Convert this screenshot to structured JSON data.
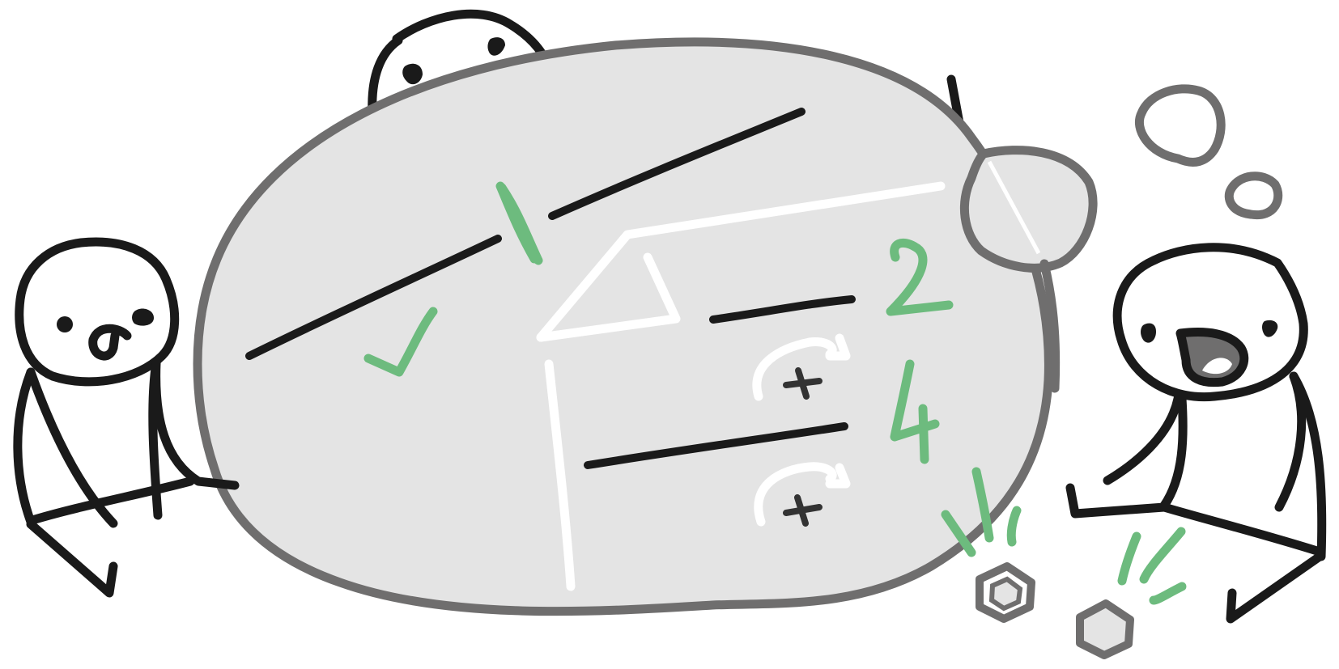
{
  "illustration": {
    "colors": {
      "ink": "#1a1a1a",
      "board_fill": "#e4e4e4",
      "board_outline": "#6f6e6e",
      "chalk_white": "#ffffff",
      "chalk_green": "#6dbb7e",
      "mouth_shade": "#6f6e6e"
    },
    "characters": [
      "figure-left",
      "figure-back",
      "figure-right"
    ],
    "props": [
      "chalkboard",
      "magnifying-glass",
      "thought-bubbles",
      "hex-nuts",
      "sparkles"
    ]
  }
}
